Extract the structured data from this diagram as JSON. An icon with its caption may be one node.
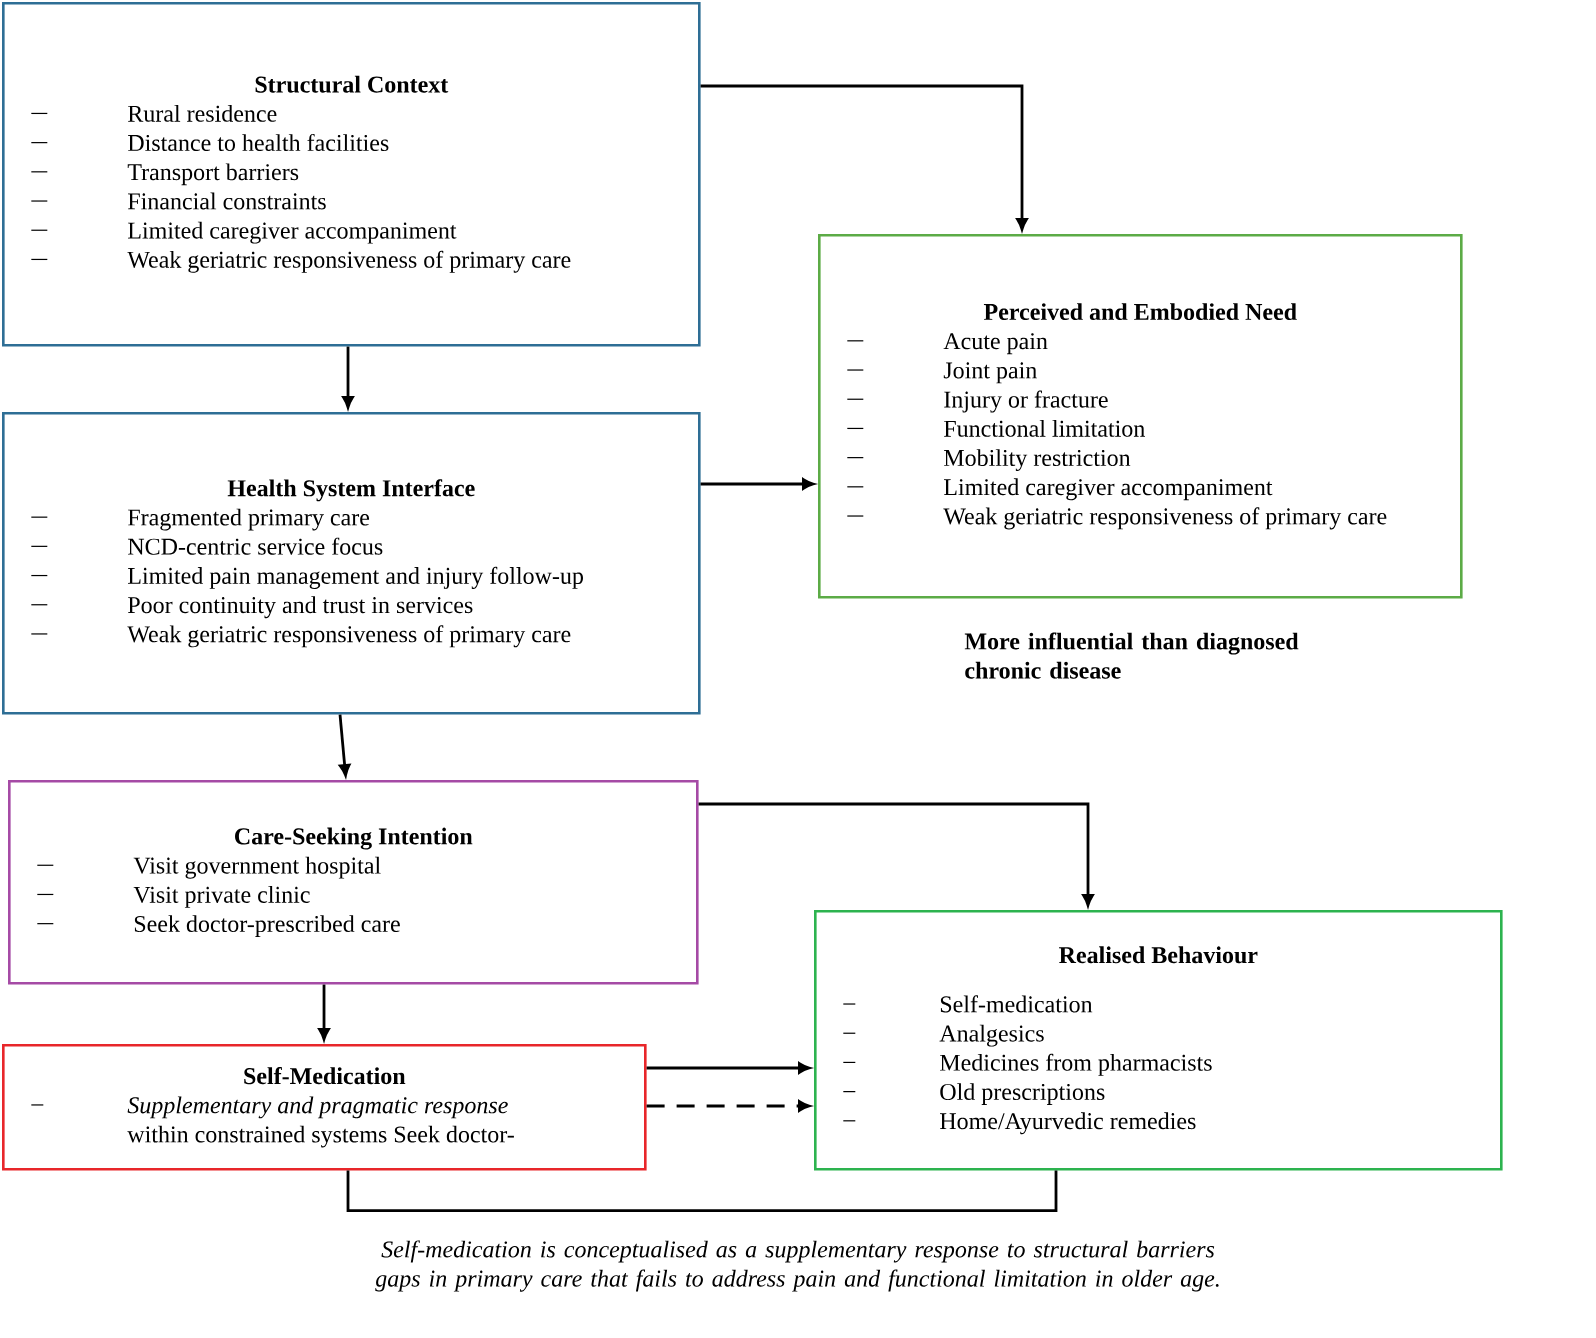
{
  "diagram": {
    "caption": "Self-medication is conceptualised as a supplementary response to structural barriers gaps in primary care that fails to address pain and functional limitation in older age.",
    "nodes": [
      {
        "text": [
          "Structural Context",
          "Rural residence",
          "Distance to health facilities",
          "Transport barriers",
          "Financial constraints",
          "Limited caregiver accompaniment",
          "Weak geriatric responsiveness of primary care"
        ]
      },
      {
        "text": [
          "Perceived and Embodied Need",
          "Acute pain",
          "Joint pain",
          "Injury or fracture",
          "Functional limitation",
          "Mobility restriction",
          "Limited caregiver accompaniment",
          "Weak geriatric responsiveness of primary care"
        ],
        "beside": [
          "More influential than diagnosed chronic disease"
        ]
      },
      {
        "text": [
          "Health System Interface",
          "Fragmented primary care",
          "NCD-centric service focus",
          "Limited pain management and injury follow-up",
          "Poor continuity and trust in services",
          "Weak geriatric responsiveness of primary care"
        ]
      },
      {
        "text": [
          "Care-Seeking Intention",
          "Visit government hospital",
          "Visit private clinic",
          "Seek doctor-prescribed care"
        ]
      },
      {
        "text": [
          "Realised Behaviour",
          "Self-medication",
          "Analgesics",
          "Medicines from pharmacists",
          "Old prescriptions",
          "Home/Ayurvedic remedies"
        ]
      },
      {
        "text": [
          "Self-Medication",
          "*Supplementary and pragmatic response* within constrained systems Seek doctor-"
        ]
      }
    ],
    "edges": [
      {
        "from": 0,
        "to": 1,
        "arrow": "to"
      },
      {
        "from": 0,
        "to": 2,
        "arrow": "to"
      },
      {
        "from": 2,
        "to": 1,
        "arrow": "to"
      },
      {
        "from": 2,
        "to": 3,
        "arrow": "to"
      },
      {
        "from": 3,
        "to": 4,
        "arrow": "to"
      },
      {
        "from": 3,
        "to": 5,
        "arrow": "to"
      },
      {
        "from": 5,
        "to": 4,
        "arrow": "to"
      },
      {
        "from": 5,
        "to": 4,
        "arrow": "to",
        "style": "dashed"
      },
      {
        "from": 5,
        "to": 4,
        "arrow": "none"
      }
    ]
  }
}
